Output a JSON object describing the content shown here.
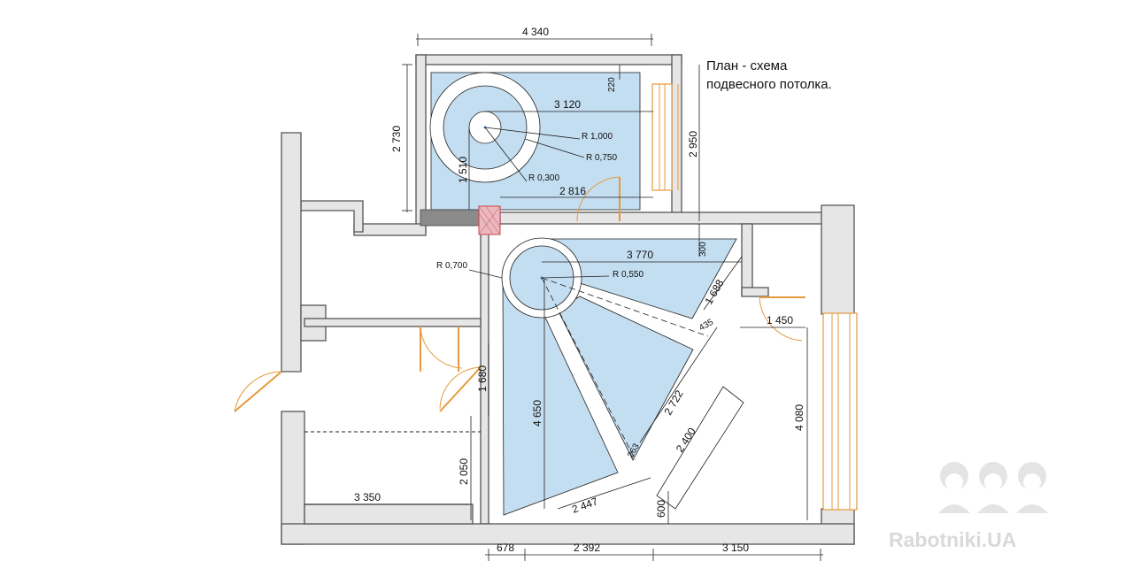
{
  "title": {
    "line1": "План - схема",
    "line2": "подвесного потолка."
  },
  "watermark": "Rabotniki.UA",
  "dimensions": {
    "top_width": "4 340",
    "top_height": "2 730",
    "top_offset": "220",
    "top_inner": "3 120",
    "top_right": "2 950",
    "top_circle_off": "1 510",
    "top_bottom_span": "2 816",
    "main_top_span": "3 770",
    "main_offset": "300",
    "diag_1688": "1 688",
    "diag_435": "435",
    "main_height": "4 650",
    "diag_2722": "2 722",
    "diag_2400": "2 400",
    "diag_263": "263",
    "diag_2447": "2 447",
    "right_1450": "1 450",
    "right_4080": "4 080",
    "left_1680": "1 680",
    "left_2050": "2 050",
    "left_3350": "3 350",
    "bottom_678": "678",
    "bottom_2392": "2 392",
    "bottom_3150": "3 150",
    "bottom_600": "600"
  },
  "radii": {
    "r1000": "R 1,000",
    "r750": "R 0,750",
    "r300": "R 0,300",
    "r700": "R 0,700",
    "r550": "R 0,550"
  },
  "colors": {
    "ceiling": "#c4def1",
    "wall": "#e6e6e6",
    "window": "#e59a3c",
    "door": "#e59a3c",
    "vent": "#d04050",
    "column": "#8a8a8a"
  }
}
